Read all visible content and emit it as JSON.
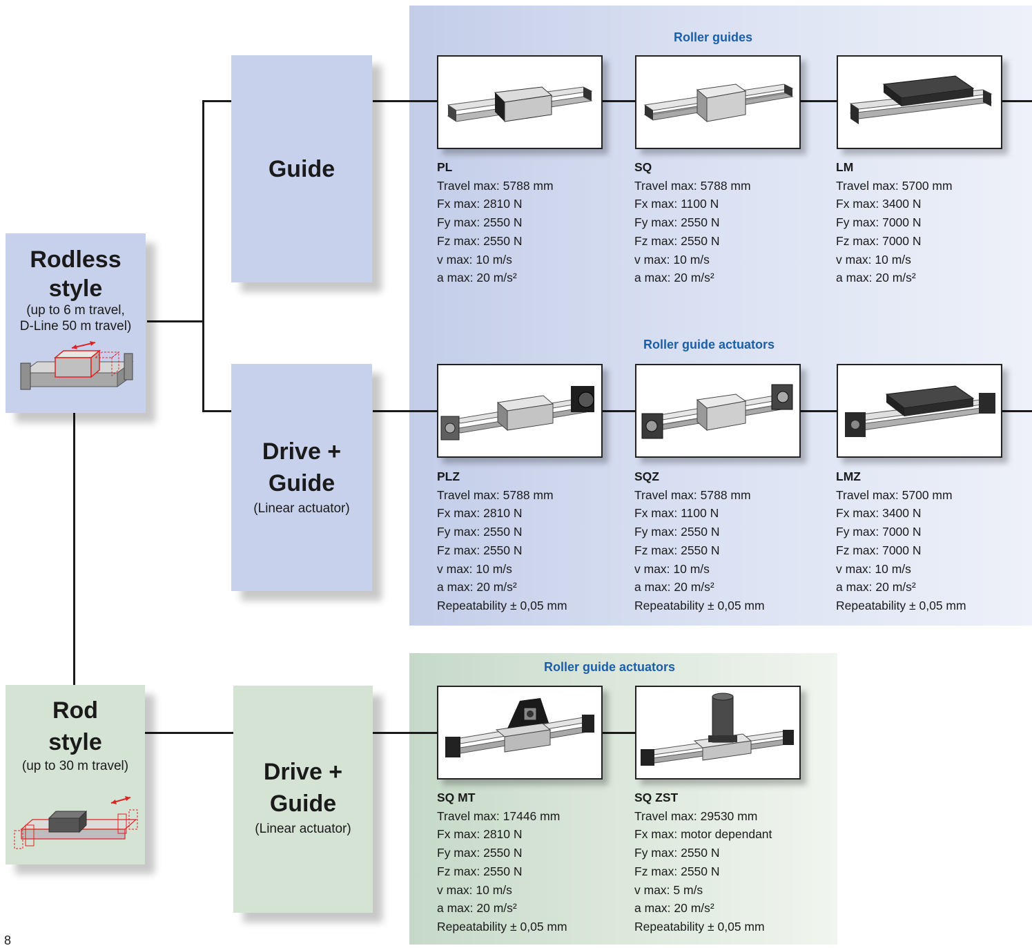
{
  "colors": {
    "accent_blue_text": "#1a5fa8",
    "blue_panel": "#c8d1ec",
    "green_panel": "#d5e3d5"
  },
  "left_boxes": {
    "rodless": {
      "title_line1": "Rodless",
      "title_line2": "style",
      "sub_line1": "(up to 6 m travel,",
      "sub_line2": "D-Line 50 m travel)"
    },
    "rod": {
      "title_line1": "Rod",
      "title_line2": "style",
      "sub_line1": "(up to 30 m travel)"
    }
  },
  "middle_boxes": {
    "guide": {
      "title": "Guide"
    },
    "drive_guide_1": {
      "title_line1": "Drive +",
      "title_line2": "Guide",
      "sub": "(Linear actuator)"
    },
    "drive_guide_2": {
      "title_line1": "Drive +",
      "title_line2": "Guide",
      "sub": "(Linear actuator)"
    }
  },
  "sections": {
    "roller_guides": "Roller guides",
    "roller_guide_actuators_1": "Roller guide actuators",
    "roller_guide_actuators_2": "Roller guide actuators"
  },
  "products": {
    "PL": {
      "name": "PL",
      "specs": [
        "Travel max: 5788 mm",
        "Fx max: 2810 N",
        "Fy max: 2550 N",
        "Fz max: 2550 N",
        "v max: 10 m/s",
        "a max: 20 m/s²"
      ]
    },
    "SQ": {
      "name": "SQ",
      "specs": [
        "Travel max: 5788 mm",
        "Fx max: 1100 N",
        "Fy max: 2550 N",
        "Fz max: 2550 N",
        "v max: 10 m/s",
        "a max: 20 m/s²"
      ]
    },
    "LM": {
      "name": "LM",
      "specs": [
        "Travel max: 5700 mm",
        "Fx max: 3400 N",
        "Fy max: 7000 N",
        "Fz max: 7000 N",
        "v max: 10 m/s",
        "a max: 20 m/s²"
      ]
    },
    "PLZ": {
      "name": "PLZ",
      "specs": [
        "Travel max: 5788 mm",
        "Fx max: 2810 N",
        "Fy max: 2550 N",
        "Fz max: 2550 N",
        "v max: 10 m/s",
        "a max: 20 m/s²",
        "Repeatability ± 0,05 mm"
      ]
    },
    "SQZ": {
      "name": "SQZ",
      "specs": [
        "Travel max: 5788 mm",
        "Fx max: 1100 N",
        "Fy max: 2550 N",
        "Fz max: 2550 N",
        "v max: 10 m/s",
        "a max: 20 m/s²",
        "Repeatability ± 0,05 mm"
      ]
    },
    "LMZ": {
      "name": "LMZ",
      "specs": [
        "Travel max: 5700 mm",
        "Fx max: 3400 N",
        "Fy max: 7000 N",
        "Fz max: 7000 N",
        "v max: 10 m/s",
        "a max: 20 m/s²",
        "Repeatability ± 0,05 mm"
      ]
    },
    "SQMT": {
      "name": "SQ MT",
      "specs": [
        "Travel max: 17446 mm",
        "Fx max: 2810 N",
        "Fy max: 2550 N",
        "Fz max: 2550 N",
        "v max: 10 m/s",
        "a max: 20 m/s²",
        "Repeatability ± 0,05 mm"
      ]
    },
    "SQZST": {
      "name": "SQ ZST",
      "specs": [
        "Travel max: 29530 mm",
        "Fx max: motor dependant",
        "Fy max: 2550 N",
        "Fz max: 2550 N",
        "v max: 5 m/s",
        "a max: 20 m/s²",
        "Repeatability ± 0,05 mm"
      ]
    }
  },
  "page_number": "8"
}
